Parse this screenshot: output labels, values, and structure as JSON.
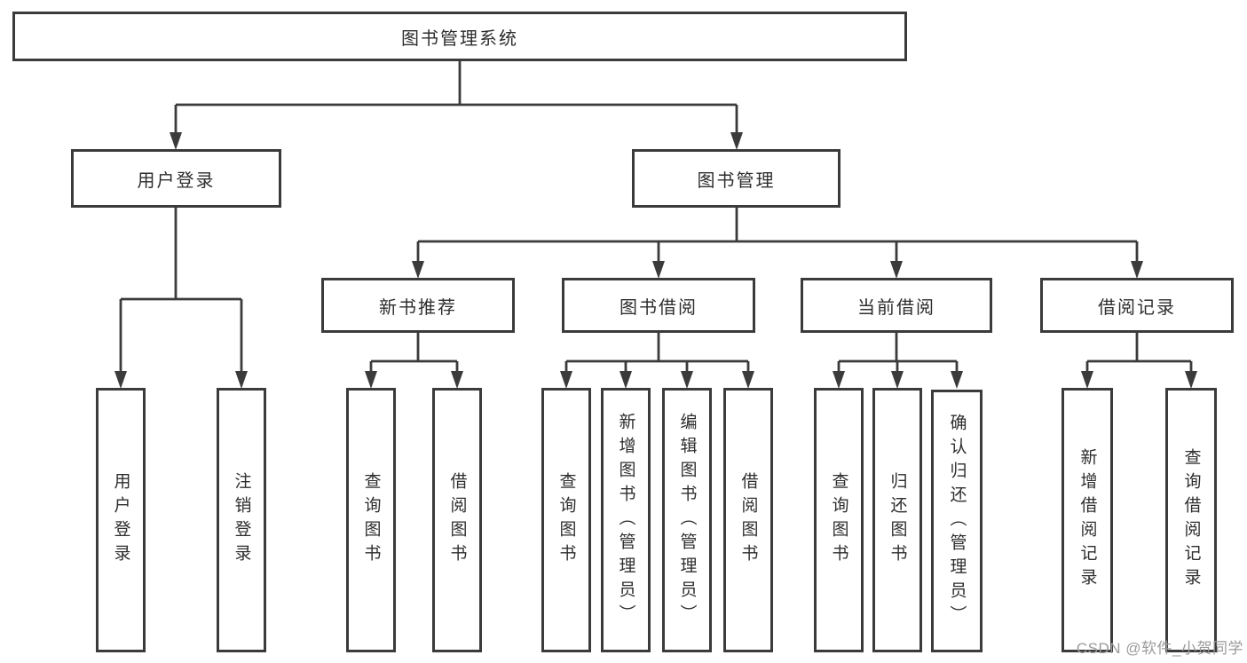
{
  "diagram": {
    "root": {
      "label": "图书管理系统"
    },
    "level2": {
      "user_login_branch": {
        "label": "用户登录"
      },
      "book_mgmt_branch": {
        "label": "图书管理"
      }
    },
    "level3": {
      "new_book_rec": {
        "label": "新书推荐"
      },
      "book_borrow": {
        "label": "图书借阅"
      },
      "current_borrow": {
        "label": "当前借阅"
      },
      "borrow_records": {
        "label": "借阅记录"
      }
    },
    "leaves": {
      "user_login": "用户登录",
      "logout": "注销登录",
      "nbr_query_books": "查询图书",
      "nbr_borrow_books": "借阅图书",
      "bb_query_books": "查询图书",
      "bb_add_books": "新增图书（管理员）",
      "bb_edit_books": "编辑图书（管理员）",
      "bb_borrow_books": "借阅图书",
      "cb_query_books": "查询图书",
      "cb_return_books": "归还图书",
      "cb_confirm_return": "确认归还（管理员）",
      "br_add_record": "新增借阅记录",
      "br_query_record": "查询借阅记录"
    }
  },
  "colors": {
    "line": "#3b3b3b",
    "box_border": "#3b3b3b",
    "text": "#2e2e2e",
    "background": "#ffffff",
    "watermark": "#9b9b9b"
  },
  "watermark": {
    "text": "CSDN @软件_小贺同学"
  }
}
